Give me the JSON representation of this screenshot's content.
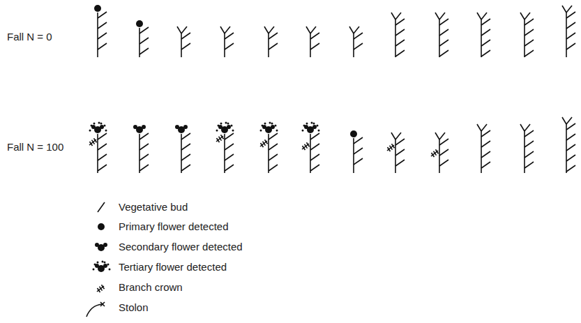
{
  "diagram": {
    "labels": [
      "Fall N = 0",
      "Fall N = 100"
    ],
    "legend": [
      {
        "text": "Vegetative bud"
      },
      {
        "text": "Primary flower detected"
      },
      {
        "text": "Secondary flower detected"
      },
      {
        "text": "Tertiary flower detected"
      },
      {
        "text": "Branch crown"
      },
      {
        "text": "Stolon"
      }
    ]
  }
}
